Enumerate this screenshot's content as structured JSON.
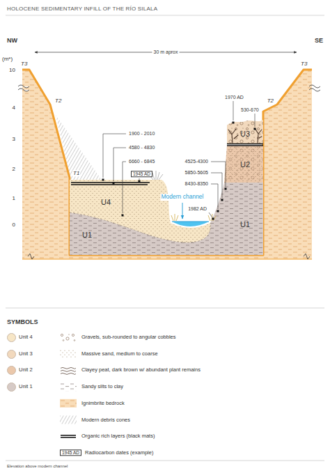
{
  "diagram": {
    "title": "HOLOCENE SEDIMENTARY INFILL OF THE RÍO SILALA",
    "caption": "Elevation above modern channel",
    "labels": [
      "NW",
      "SE",
      "(m*)",
      "10",
      "4",
      "3",
      "2",
      "1",
      "0",
      "T3",
      "T2",
      "T1",
      "T2",
      "T3",
      "30 m aprox",
      "1900 - 2010",
      "4580 - 4830",
      "6660 - 6845",
      "1945 AD",
      "Modern channel",
      "1982 AD",
      "4525-4300",
      "5850-5605",
      "8430-8350",
      "1970 AD",
      "530-670",
      "U3",
      "U2",
      "U4",
      "U1",
      "U1",
      "SYMBOLS",
      "1945 AD"
    ],
    "legend": [
      {
        "text": "Unit 4",
        "color": "#f7e6c6"
      },
      {
        "text": "Unit 3",
        "color": "#f2d9bd"
      },
      {
        "text": "Unit 2",
        "color": "#ebc8ab"
      },
      {
        "text": "Unit 1",
        "color": "#d6cac6"
      },
      {
        "text": "Gravels, sub-rounded to angular cobbles"
      },
      {
        "text": "Massive sand, medium to coarse"
      },
      {
        "text": "Clayey peat, dark brown w/ abundant plant remains"
      },
      {
        "text": "Sandy silts to clay"
      },
      {
        "text": "Ignimbrite bedrock"
      },
      {
        "text": "Modern debris cones"
      },
      {
        "text": "Organic rich layers (black mats)"
      },
      {
        "text": "Radiocarbon dates (example)"
      }
    ]
  }
}
